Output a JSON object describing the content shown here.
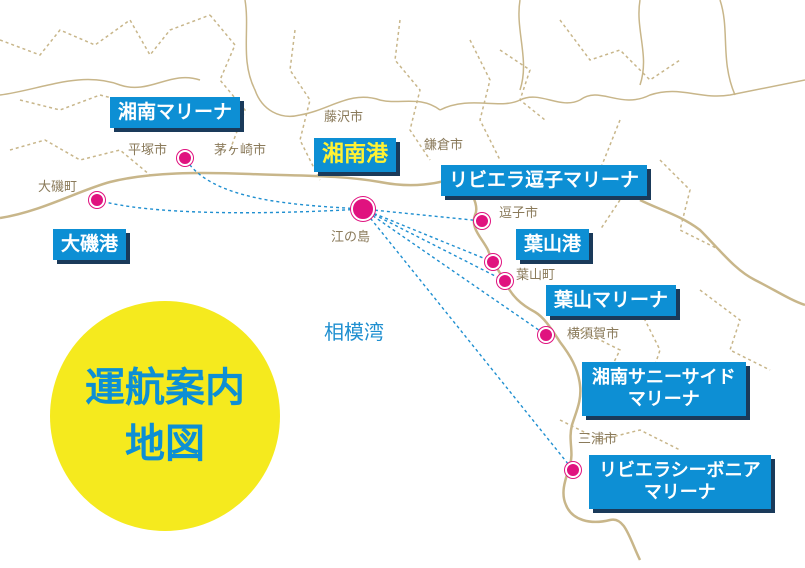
{
  "map": {
    "colors": {
      "land": "#ffffff",
      "coast": "#c8b68a",
      "route": "#1f8fd0",
      "port": "#e0127f",
      "label_bg": "#0d8fd4",
      "highlight": "#fff233",
      "circle": "#f5ea1e"
    },
    "title": {
      "line1": "運航案内",
      "line2": "地図"
    },
    "bay": "相模湾",
    "cities": [
      "大磯町",
      "平塚市",
      "茅ヶ崎市",
      "藤沢市",
      "鎌倉市",
      "江の島",
      "逗子市",
      "葉山町",
      "横須賀市",
      "三浦市"
    ],
    "ports": {
      "shonan_port": "湘南港",
      "oiso": "大磯港",
      "shonan_marina": "湘南マリーナ",
      "zushi": "リビエラ逗子マリーナ",
      "hayama_port": "葉山港",
      "hayama_marina": "葉山マリーナ",
      "sunnyside": [
        "湘南サニーサイド",
        "マリーナ"
      ],
      "seabornia": [
        "リビエラシーボニア",
        "マリーナ"
      ]
    }
  }
}
